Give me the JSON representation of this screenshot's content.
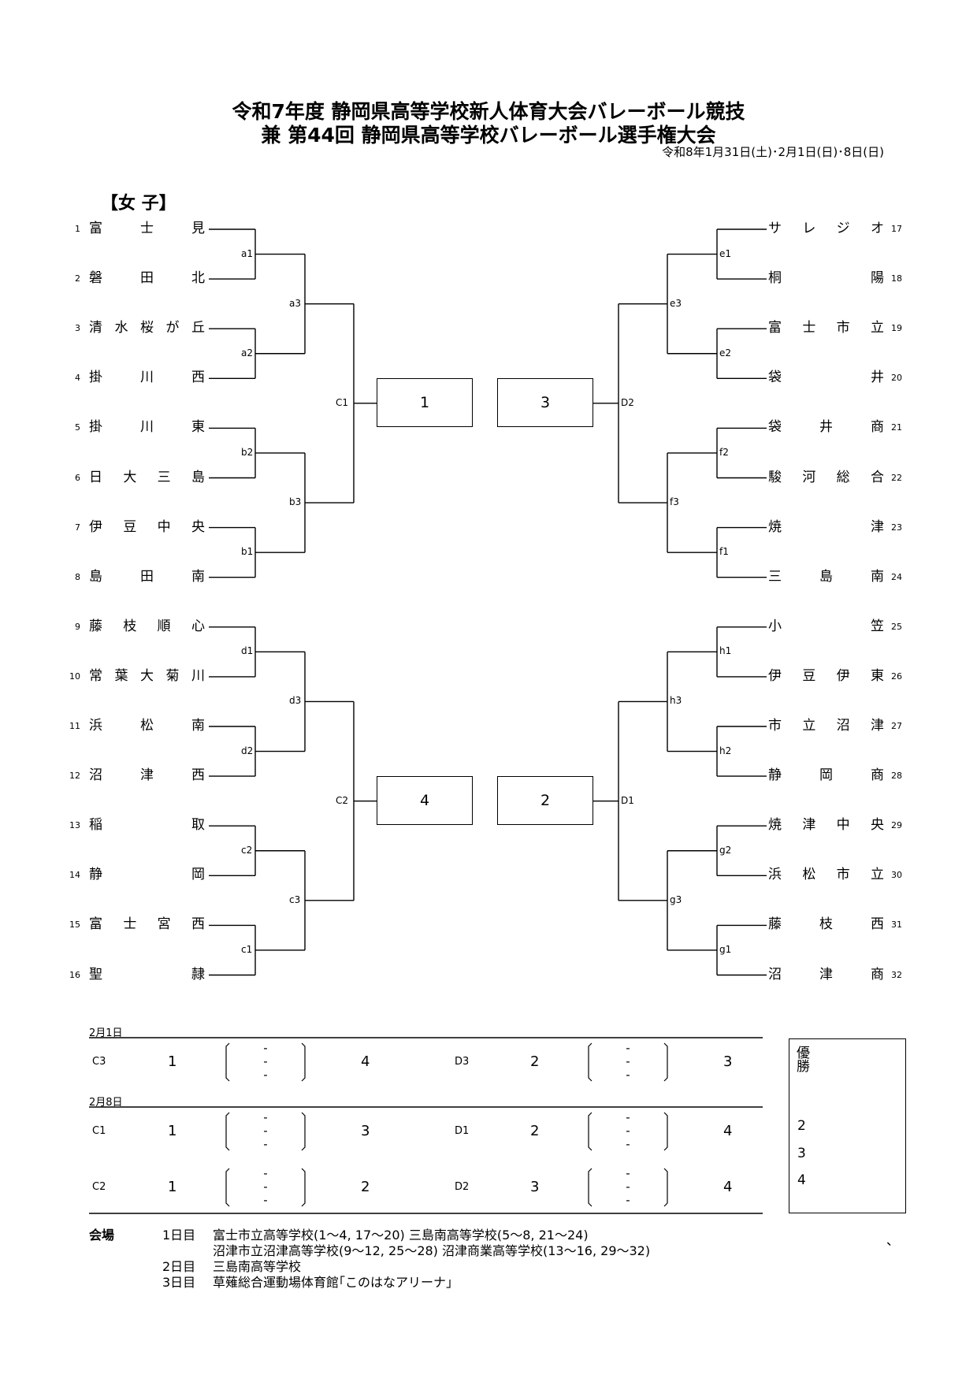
{
  "header": {
    "title1": "令和7年度 静岡県高等学校新人体育大会バレーボール競技",
    "title2": "兼 第44回 静岡県高等学校バレーボール選手権大会",
    "dates": "令和8年1月31日(土)･2月1日(日)･8日(日)",
    "section": "【女 子】"
  },
  "left_teams": [
    {
      "seed": "1",
      "name": "富士見"
    },
    {
      "seed": "2",
      "name": "磐田北"
    },
    {
      "seed": "3",
      "name": "清水桜が丘"
    },
    {
      "seed": "4",
      "name": "掛川西"
    },
    {
      "seed": "5",
      "name": "掛川東"
    },
    {
      "seed": "6",
      "name": "日大三島"
    },
    {
      "seed": "7",
      "name": "伊豆中央"
    },
    {
      "seed": "8",
      "name": "島田南"
    },
    {
      "seed": "9",
      "name": "藤枝順心"
    },
    {
      "seed": "10",
      "name": "常葉大菊川"
    },
    {
      "seed": "11",
      "name": "浜松南"
    },
    {
      "seed": "12",
      "name": "沼津西"
    },
    {
      "seed": "13",
      "name": "稲取"
    },
    {
      "seed": "14",
      "name": "静岡"
    },
    {
      "seed": "15",
      "name": "富士宮西"
    },
    {
      "seed": "16",
      "name": "聖隷"
    }
  ],
  "right_teams": [
    {
      "seed": "17",
      "name": "サレジオ"
    },
    {
      "seed": "18",
      "name": "桐陽"
    },
    {
      "seed": "19",
      "name": "富士市立"
    },
    {
      "seed": "20",
      "name": "袋井"
    },
    {
      "seed": "21",
      "name": "袋井商"
    },
    {
      "seed": "22",
      "name": "駿河総合"
    },
    {
      "seed": "23",
      "name": "焼津"
    },
    {
      "seed": "24",
      "name": "三島南"
    },
    {
      "seed": "25",
      "name": "小笠"
    },
    {
      "seed": "26",
      "name": "伊豆伊東"
    },
    {
      "seed": "27",
      "name": "市立沼津"
    },
    {
      "seed": "28",
      "name": "静岡商"
    },
    {
      "seed": "29",
      "name": "焼津中央"
    },
    {
      "seed": "30",
      "name": "浜松市立"
    },
    {
      "seed": "31",
      "name": "藤枝西"
    },
    {
      "seed": "32",
      "name": "沼津商"
    }
  ],
  "match_labels": {
    "left_r1": [
      "a1",
      "a2",
      "b2",
      "b1",
      "d1",
      "d2",
      "c2",
      "c1"
    ],
    "left_r2": [
      "a3",
      "b3",
      "d3",
      "c3"
    ],
    "left_r3": [
      "C1",
      "C2"
    ],
    "right_r1": [
      "e1",
      "e2",
      "f2",
      "f1",
      "h1",
      "h2",
      "g2",
      "g1"
    ],
    "right_r2": [
      "e3",
      "f3",
      "h3",
      "g3"
    ],
    "right_r3": [
      "D2",
      "D1"
    ]
  },
  "block_boxes": {
    "top_left": "1",
    "top_right": "3",
    "bottom_left": "4",
    "bottom_right": "2"
  },
  "schedule": {
    "day1_label": "2月1日",
    "day2_label": "2月8日",
    "dash": "-",
    "rows": [
      {
        "m1": "C3",
        "a1": "1",
        "b1": "4",
        "m2": "D3",
        "a2": "2",
        "b2": "3"
      },
      {
        "m1": "C1",
        "a1": "1",
        "b1": "3",
        "m2": "D1",
        "a2": "2",
        "b2": "4"
      },
      {
        "m1": "C2",
        "a1": "1",
        "b1": "2",
        "m2": "D2",
        "a2": "3",
        "b2": "4"
      }
    ]
  },
  "winner_box": {
    "champion_label": "優勝",
    "places": [
      "2",
      "3",
      "4"
    ]
  },
  "venue": {
    "label": "会場",
    "day1_label": "1日目",
    "day1_line1": "富士市立高等学校(1～4, 17～20) 三島南高等学校(5～8, 21～24)",
    "day1_line2": "沼津市立沼津高等学校(9～12, 25～28) 沼津商業高等学校(13～16, 29～32)",
    "day2_label": "2日目",
    "day2_text": "三島南高等学校",
    "day3_label": "3日目",
    "day3_text": "草薙総合運動場体育館｢このはなアリーナ｣",
    "mark": "、"
  }
}
